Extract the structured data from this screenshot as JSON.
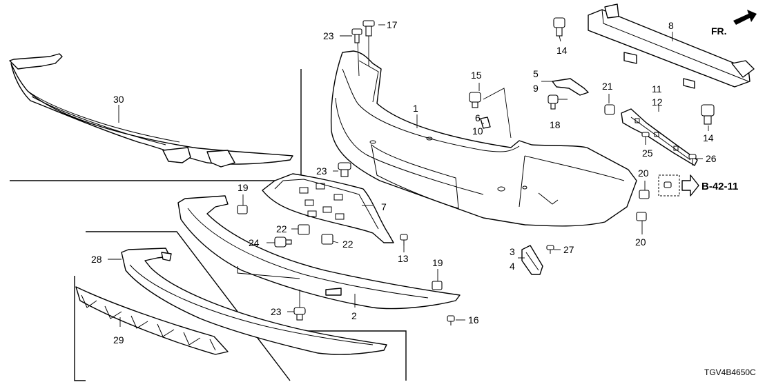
{
  "diagram_code": "TGV4B4650C",
  "direction_label": "FR.",
  "reference_label": "B-42-11",
  "callouts": {
    "c1": "1",
    "c2": "2",
    "c3": "3",
    "c4": "4",
    "c5": "5",
    "c6": "6",
    "c7": "7",
    "c8": "8",
    "c9": "9",
    "c10": "10",
    "c11": "11",
    "c12": "12",
    "c13": "13",
    "c14a": "14",
    "c14b": "14",
    "c15": "15",
    "c16": "16",
    "c17": "17",
    "c18": "18",
    "c19a": "19",
    "c19b": "19",
    "c20a": "20",
    "c20b": "20",
    "c21": "21",
    "c22a": "22",
    "c22b": "22",
    "c23a": "23",
    "c23b": "23",
    "c23c": "23",
    "c24": "24",
    "c25": "25",
    "c26": "26",
    "c27": "27",
    "c28": "28",
    "c29": "29",
    "c30": "30"
  },
  "icons": [
    "front-direction-arrow-icon",
    "reference-arrow-icon",
    "bolt-icon",
    "clip-icon",
    "screw-icon",
    "nut-icon"
  ]
}
